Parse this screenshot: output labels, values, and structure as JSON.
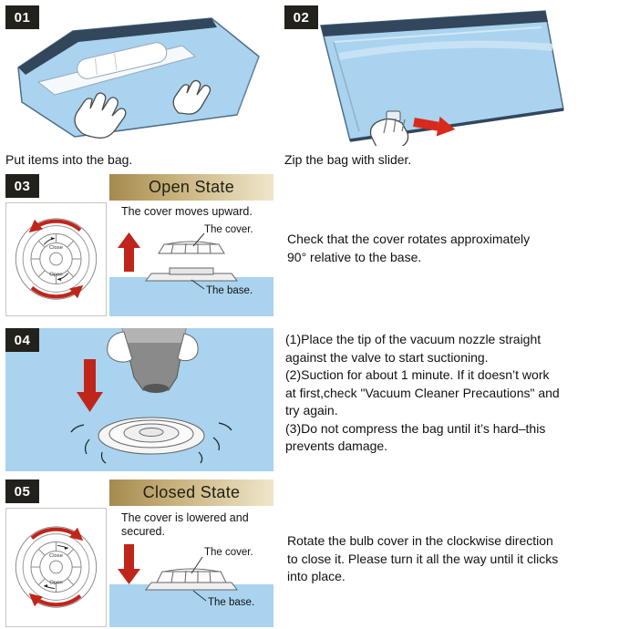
{
  "valve": {
    "close_label": "Close",
    "open_label": "Open"
  },
  "steps": {
    "s1": {
      "num": "01",
      "caption": "Put items into the bag."
    },
    "s2": {
      "num": "02",
      "caption": "Zip the bag with slider."
    },
    "s3": {
      "num": "03",
      "banner": "Open State",
      "subtitle": "The cover moves upward.",
      "label_cover": "The cover.",
      "label_base": "The base.",
      "description": "Check that the cover rotates approximately\n90° relative to the base."
    },
    "s4": {
      "num": "04",
      "description": "(1)Place the tip of the vacuum nozzle straight\nagainst the valve to start suctioning.\n(2)Suction for about 1 minute. If it doesn’t work\nat first,check \"Vacuum Cleaner Precautions\" and\ntry again.\n(3)Do not compress the bag until it’s hard–this\nprevents damage."
    },
    "s5": {
      "num": "05",
      "banner": "Closed State",
      "subtitle": "The cover is lowered and\nsecured.",
      "label_cover": "The cover.",
      "label_base": "The base.",
      "description": "Rotate the bulb cover in the clockwise direction\nto close it. Please turn it all the way until it clicks\ninto place."
    }
  },
  "colors": {
    "bag_blue": "#a9d3ee",
    "accent_red": "#c0251b",
    "banner_gold_dark": "#a58a4e",
    "banner_gold_light": "#efe6cb",
    "badge_dark": "#23211c"
  }
}
